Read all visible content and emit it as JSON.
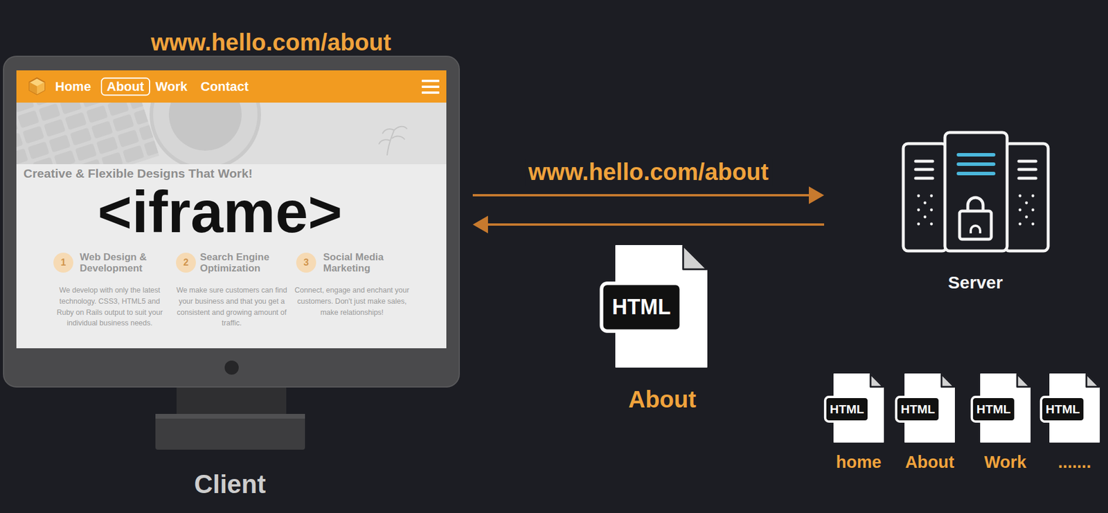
{
  "diagram": {
    "nodes": [
      {
        "text": [
          "www.hello.com/about",
          "Client"
        ]
      },
      {
        "text": [
          "Home",
          "About",
          "Work",
          "Contact"
        ],
        "in": 0
      },
      {
        "text": [
          "1"
        ],
        "in": 0
      },
      {
        "text": [
          "2"
        ],
        "in": 0
      },
      {
        "text": [
          "3"
        ],
        "in": 0
      },
      {
        "text": [
          "Server"
        ]
      },
      {
        "text": [
          "HTML",
          "About"
        ]
      },
      {
        "text": [
          "HTML",
          "home"
        ]
      },
      {
        "text": [
          "HTML",
          "About"
        ]
      },
      {
        "text": [
          "HTML",
          "Work"
        ]
      },
      {
        "text": [
          "HTML",
          "......."
        ]
      }
    ],
    "edges": [
      {
        "from": 0,
        "to": 5,
        "label": "www.hello.com/about",
        "arrow": "to"
      },
      {
        "from": 5,
        "to": 0,
        "arrow": "to"
      }
    ],
    "labels": [
      "Creative & Flexible Designs That Work!",
      "<iframe>",
      "Web Design & Development",
      "Search Engine Optimization",
      "Social Media Marketing",
      "We develop with only the latest technology. CSS3, HTML5 and Ruby on Rails output to suit your individual business needs.",
      "We make sure customers can find your business and that you get a consistent and growing amount of traffic.",
      "Connect, engage and enchant your customers. Don't just make sales, make relationships!"
    ]
  }
}
